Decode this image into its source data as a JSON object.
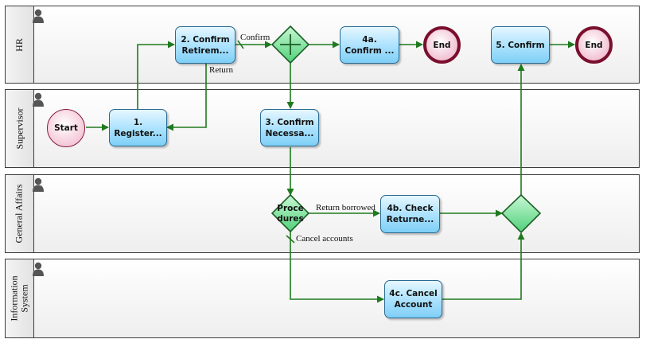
{
  "lanes": [
    {
      "id": "hr",
      "name": "HR"
    },
    {
      "id": "supervisor",
      "name": "Supervisor"
    },
    {
      "id": "general_affairs",
      "name": "General Affairs"
    },
    {
      "id": "information_system",
      "name": "Information\nSystem"
    }
  ],
  "nodes": {
    "start": "Start",
    "register": "1.\nRegister...",
    "confirm_retirement": "2. Confirm\nRetirem...",
    "confirm_necessary": "3. Confirm\nNecessa...",
    "confirm_4a": "4a.\nConfirm ...",
    "end_1": "End",
    "check_returned": "4b. Check\nReturne...",
    "cancel_account": "4c. Cancel\nAccount",
    "confirm_5": "5. Confirm",
    "end_2": "End",
    "procedures_gateway": "Proce\ndures"
  },
  "edge_labels": {
    "confirm": "Confirm",
    "return": "Return",
    "return_borrowed": "Return borrowed",
    "cancel_accounts": "Cancel accounts"
  },
  "colors": {
    "lane_border": "#3c3c3c",
    "task_border": "#2a6a92",
    "task_fill": "#aee3ff",
    "flow": "#1f7a1f",
    "gateway_fill": "#7be39a",
    "event_border": "#7a0f2e"
  }
}
